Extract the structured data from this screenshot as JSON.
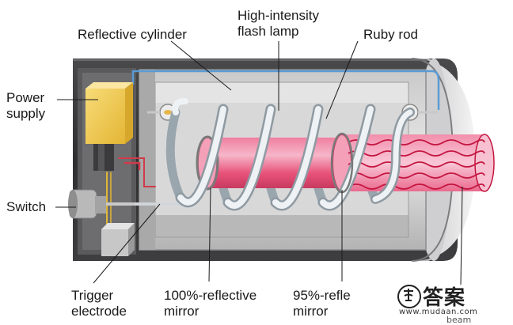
{
  "labels": {
    "reflective_cylinder": "Reflective cylinder",
    "high_intensity_flash_lamp": "High-intensity\nflash lamp",
    "ruby_rod": "Ruby rod",
    "power_supply": "Power\nsupply",
    "switch": "Switch",
    "trigger_electrode": "Trigger\nelectrode",
    "reflective_mirror_100": "100%-reflective\nmirror",
    "mirror_95": "95%-refle\nmirror"
  },
  "watermark": {
    "site_name": "答案",
    "site_url": "www.mudaan.com",
    "tail": "beam"
  },
  "colors": {
    "housing_dark": "#3d3d3f",
    "housing_light": "#d9d9d9",
    "inner_cavity": "#bdbdbd",
    "power_supply": "#f0c94a",
    "ruby": "#e8537a",
    "ruby_light": "#f5a8bf",
    "beam_wave": "#c4153f",
    "wire_blue": "#5b9bd5",
    "wire_red": "#d13a4a",
    "lamp_tube": "#e8eef2"
  }
}
